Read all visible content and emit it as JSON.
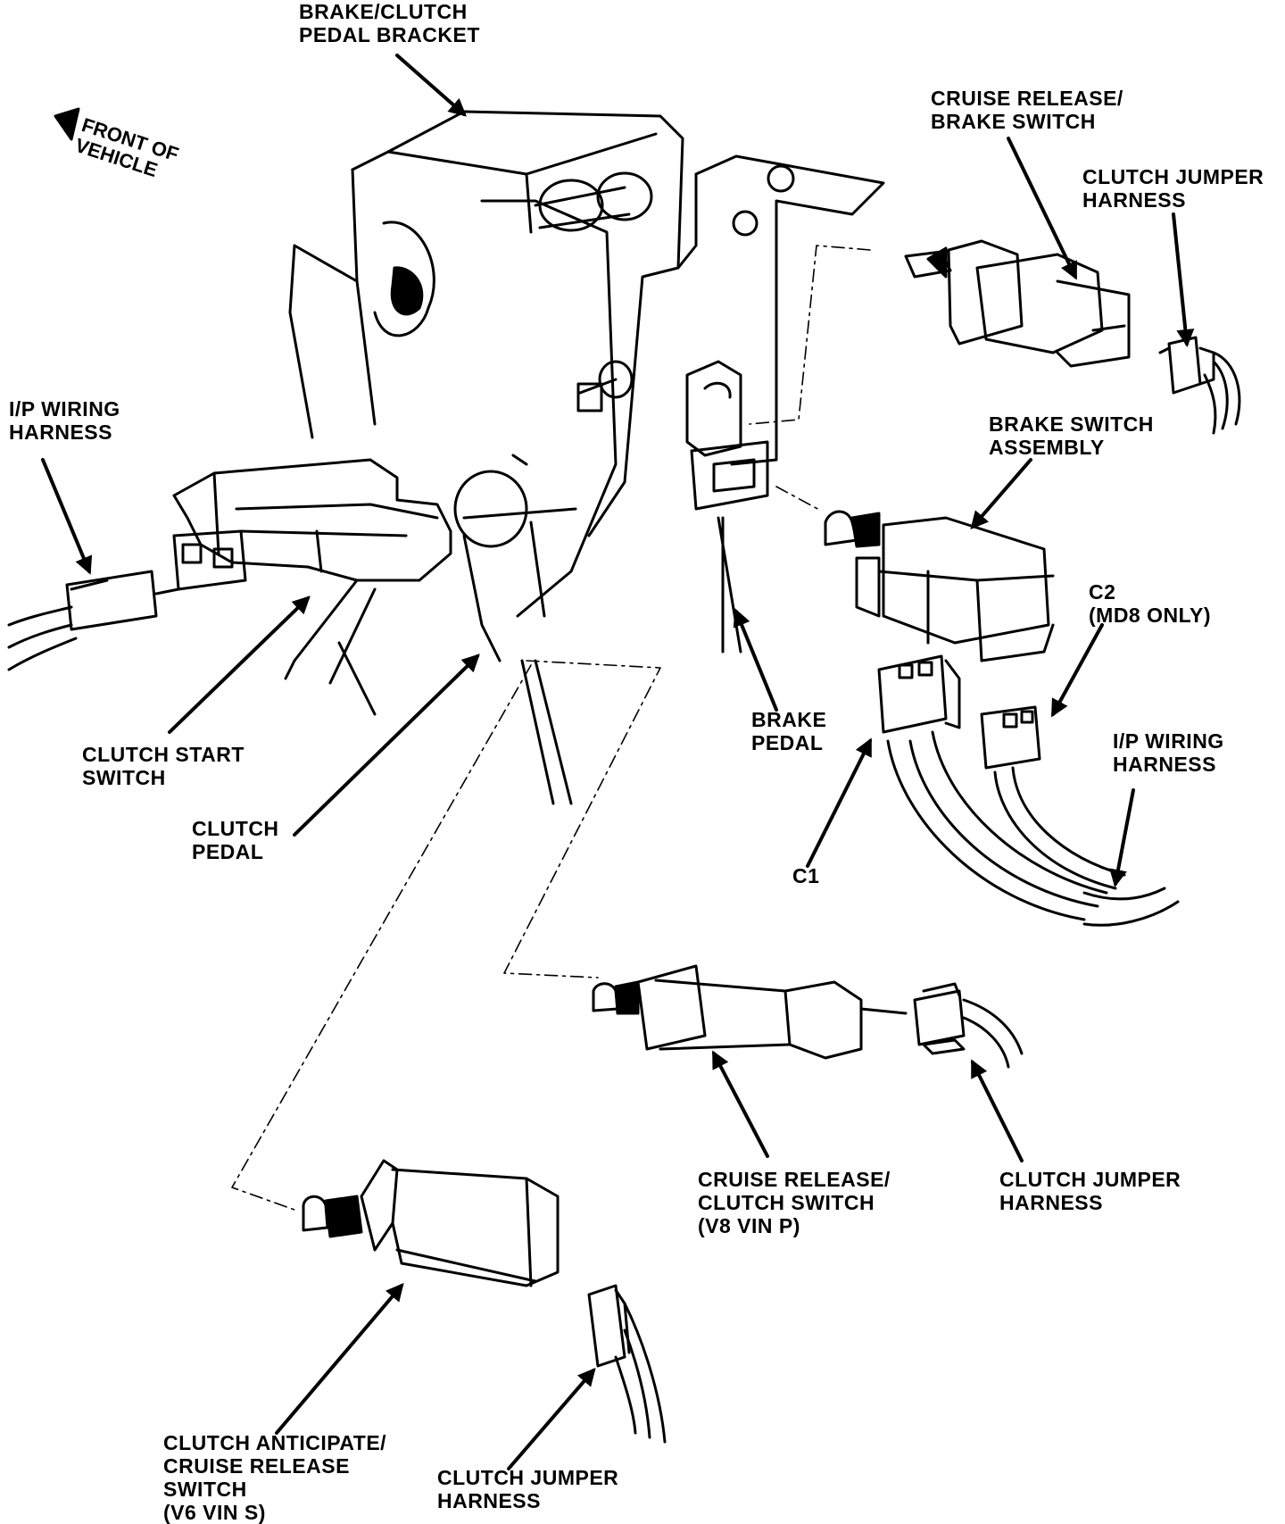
{
  "labels": {
    "bracket": [
      "BRAKE/CLUTCH",
      "PEDAL BRACKET"
    ],
    "front": [
      "FRONT OF",
      "VEHICLE"
    ],
    "cruise_brake_switch": [
      "CRUISE RELEASE/",
      "BRAKE SWITCH"
    ],
    "clutch_jumper_top": [
      "CLUTCH JUMPER",
      "HARNESS"
    ],
    "ip_harness_left": [
      "I/P WIRING",
      "HARNESS"
    ],
    "brake_switch_assembly": [
      "BRAKE SWITCH",
      "ASSEMBLY"
    ],
    "c2": [
      "C2",
      "(MD8 ONLY)"
    ],
    "brake_pedal": [
      "BRAKE",
      "PEDAL"
    ],
    "ip_harness_right": [
      "I/P WIRING",
      "HARNESS"
    ],
    "clutch_start_switch": [
      "CLUTCH START",
      "SWITCH"
    ],
    "clutch_pedal": [
      "CLUTCH",
      "PEDAL"
    ],
    "c1": "C1",
    "cruise_clutch_switch": [
      "CRUISE RELEASE/",
      "CLUTCH SWITCH",
      "(V8  VIN P)"
    ],
    "clutch_jumper_mid": [
      "CLUTCH JUMPER",
      "HARNESS"
    ],
    "anticipate_switch": [
      "CLUTCH ANTICIPATE/",
      "CRUISE RELEASE",
      "SWITCH",
      "(V6  VIN S)"
    ],
    "clutch_jumper_bottom": [
      "CLUTCH JUMPER",
      "HARNESS"
    ]
  }
}
